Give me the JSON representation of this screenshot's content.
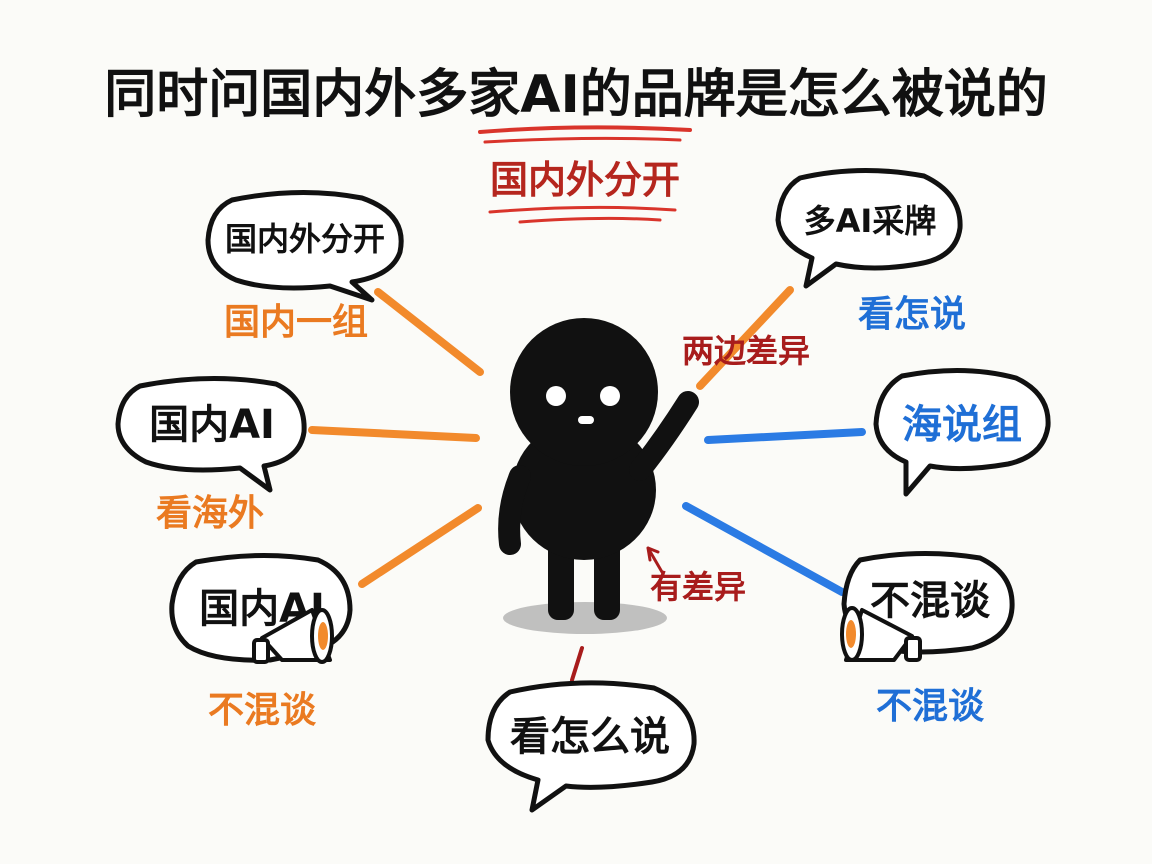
{
  "title": "同时问国内外多家AI的品牌是怎么被说的",
  "subtitle": "国内外分开",
  "colors": {
    "orange": "#f28a2c",
    "blue": "#2b7be4",
    "red": "#a81c1c",
    "ink": "#111111",
    "label_orange": "#ea7a21",
    "label_blue": "#1f6fd6"
  },
  "left": [
    {
      "bubble": "国内外分开",
      "label": "国内一组"
    },
    {
      "bubble": "国内AI",
      "label": "看海外"
    },
    {
      "bubble": "国内AI",
      "label": "不混谈"
    }
  ],
  "right": [
    {
      "bubble": "多AI采牌",
      "label": "看怎说"
    },
    {
      "bubble": "海说组",
      "label": ""
    },
    {
      "bubble": "不混谈",
      "label": "不混谈"
    }
  ],
  "center": {
    "note_top": "两边差异",
    "note_side": "有差异",
    "bottom_bubble": "看怎么说"
  },
  "icons": [
    "megaphone-icon",
    "megaphone-icon"
  ]
}
